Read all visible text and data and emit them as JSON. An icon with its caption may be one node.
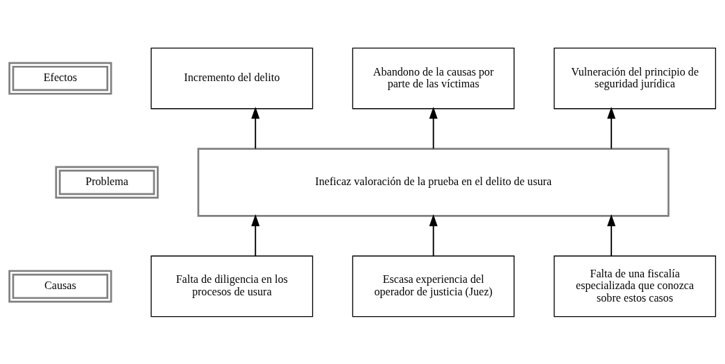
{
  "diagram": {
    "nodes": [
      {
        "text": [
          "Efectos"
        ]
      },
      {
        "text": [
          "Incremento del delito"
        ]
      },
      {
        "text": [
          "Abandono de la causas por parte de las víctimas"
        ]
      },
      {
        "text": [
          "Vulneración del principio de seguridad jurídica"
        ]
      },
      {
        "text": [
          "Problema"
        ]
      },
      {
        "text": [
          "Ineficaz valoración de la prueba en el delito de usura"
        ]
      },
      {
        "text": [
          "Causas"
        ]
      },
      {
        "text": [
          "Falta de diligencia en los procesos de usura"
        ]
      },
      {
        "text": [
          "Escasa experiencia del operador de justicia (Juez)"
        ]
      },
      {
        "text": [
          "Falta de una fiscalía especializada que conozca sobre estos casos"
        ]
      }
    ],
    "edges": [
      {
        "from": 5,
        "to": 1,
        "arrow": "to"
      },
      {
        "from": 5,
        "to": 2,
        "arrow": "to"
      },
      {
        "from": 5,
        "to": 3,
        "arrow": "to"
      },
      {
        "from": 7,
        "to": 5,
        "arrow": "to"
      },
      {
        "from": 8,
        "to": 5,
        "arrow": "to"
      },
      {
        "from": 9,
        "to": 5,
        "arrow": "to"
      }
    ]
  }
}
